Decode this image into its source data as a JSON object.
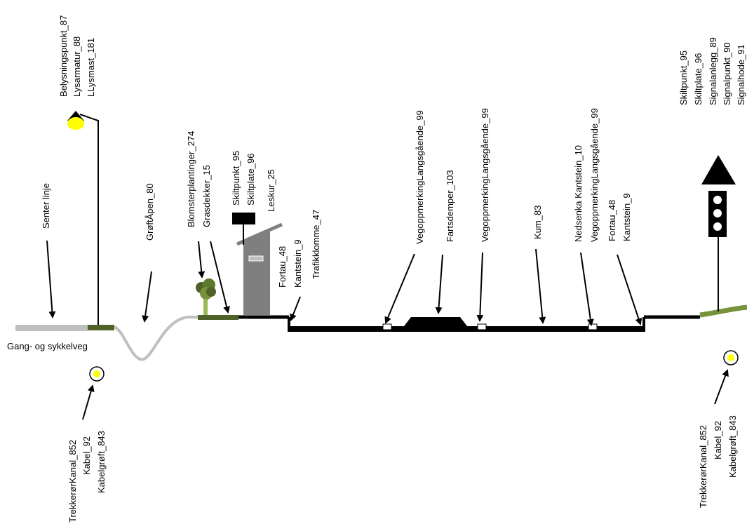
{
  "labels": {
    "senter_linje": "Senter linje",
    "gang_sykkelveg": "Gang- og sykkelveg",
    "lighting_group": [
      "Belysningspunkt_87",
      "Lysarmatur_88",
      "LLysmast_181"
    ],
    "grofta": "GrøftÅpen_80",
    "planting_group": [
      "Blomsterplantinger_274",
      "Grasdekker_15"
    ],
    "sign_left_group": [
      "Skiltpunkt_95",
      "Skiltplate_96"
    ],
    "leskur": "Leskur_25",
    "fortau_left": [
      "Fortau_48",
      "Kantstein_9"
    ],
    "trafikklomme": "Trafikklomme_47",
    "vegoppmerking_left": "VegoppmerkingLangsgående_99",
    "fartsdemper": "Fartsdemper_103",
    "vegoppmerking_mid": "VegoppmerkingLangsgående_99",
    "kum": "Kum_83",
    "nedsenka_group": [
      "Nedsenka Kantstein_10",
      "VegoppmerkingLangsgående_99"
    ],
    "fortau_right": [
      "Fortau_48",
      "Kantstein_9"
    ],
    "signal_group": [
      "Skiltpunkt_95",
      "Skiltplate_96",
      "Signalanlegg_89",
      "Signalpunkt_90",
      "Signalhode_91"
    ],
    "cable_left": [
      "TrekkerørKanal_852",
      "Kabel_92",
      "Kabelgrøft_843"
    ],
    "cable_right": [
      "TrekkerørKanal_852",
      "Kabel_92",
      "Kabelgrøft_843"
    ]
  },
  "colors": {
    "road": "#000000",
    "path": "#bfbfbf",
    "ditch": "#bfbfbf",
    "grass": "#76933c",
    "grass_dark": "#4f6228",
    "shelter": "#7f7f7f",
    "lamp_light": "#ffff00",
    "signal_light": "#ffffff"
  }
}
